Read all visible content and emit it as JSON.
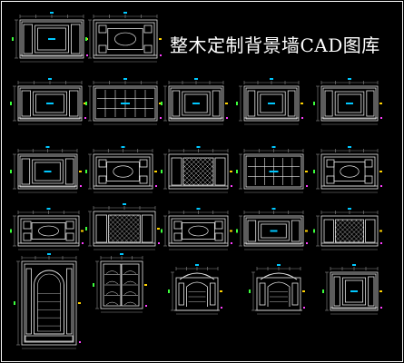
{
  "title": "整木定制背景墙CAD图库",
  "colors": {
    "background": "#000000",
    "drawing": "#e6e6e6",
    "dimension": "#8c8c8c",
    "frame": "#ffffff",
    "accent_cyan": "#00c8ff",
    "accent_green": "#3cff3c",
    "accent_yellow": "#ffd200",
    "accent_magenta": "#ff3cff"
  },
  "drawings": [
    {
      "id": "row1-a",
      "style": "panels"
    },
    {
      "id": "row1-b",
      "style": "ornate"
    },
    {
      "id": "row2-a",
      "style": "panels"
    },
    {
      "id": "row2-b",
      "style": "grid"
    },
    {
      "id": "row2-c",
      "style": "panels"
    },
    {
      "id": "row2-d",
      "style": "panels"
    },
    {
      "id": "row2-e",
      "style": "panels"
    },
    {
      "id": "row3-a",
      "style": "panels"
    },
    {
      "id": "row3-b",
      "style": "ornate"
    },
    {
      "id": "row3-c",
      "style": "lattice"
    },
    {
      "id": "row3-d",
      "style": "grid"
    },
    {
      "id": "row3-e",
      "style": "ornate"
    },
    {
      "id": "row4-a",
      "style": "ornate"
    },
    {
      "id": "row4-b",
      "style": "lattice"
    },
    {
      "id": "row4-c",
      "style": "ornate"
    },
    {
      "id": "row4-d",
      "style": "panels"
    },
    {
      "id": "row4-e",
      "style": "lattice"
    },
    {
      "id": "row5-a",
      "style": "arch-door"
    },
    {
      "id": "row5-b",
      "style": "cabinet"
    },
    {
      "id": "row5-c",
      "style": "arch"
    },
    {
      "id": "row5-d",
      "style": "arch"
    },
    {
      "id": "row5-e",
      "style": "panels"
    }
  ]
}
